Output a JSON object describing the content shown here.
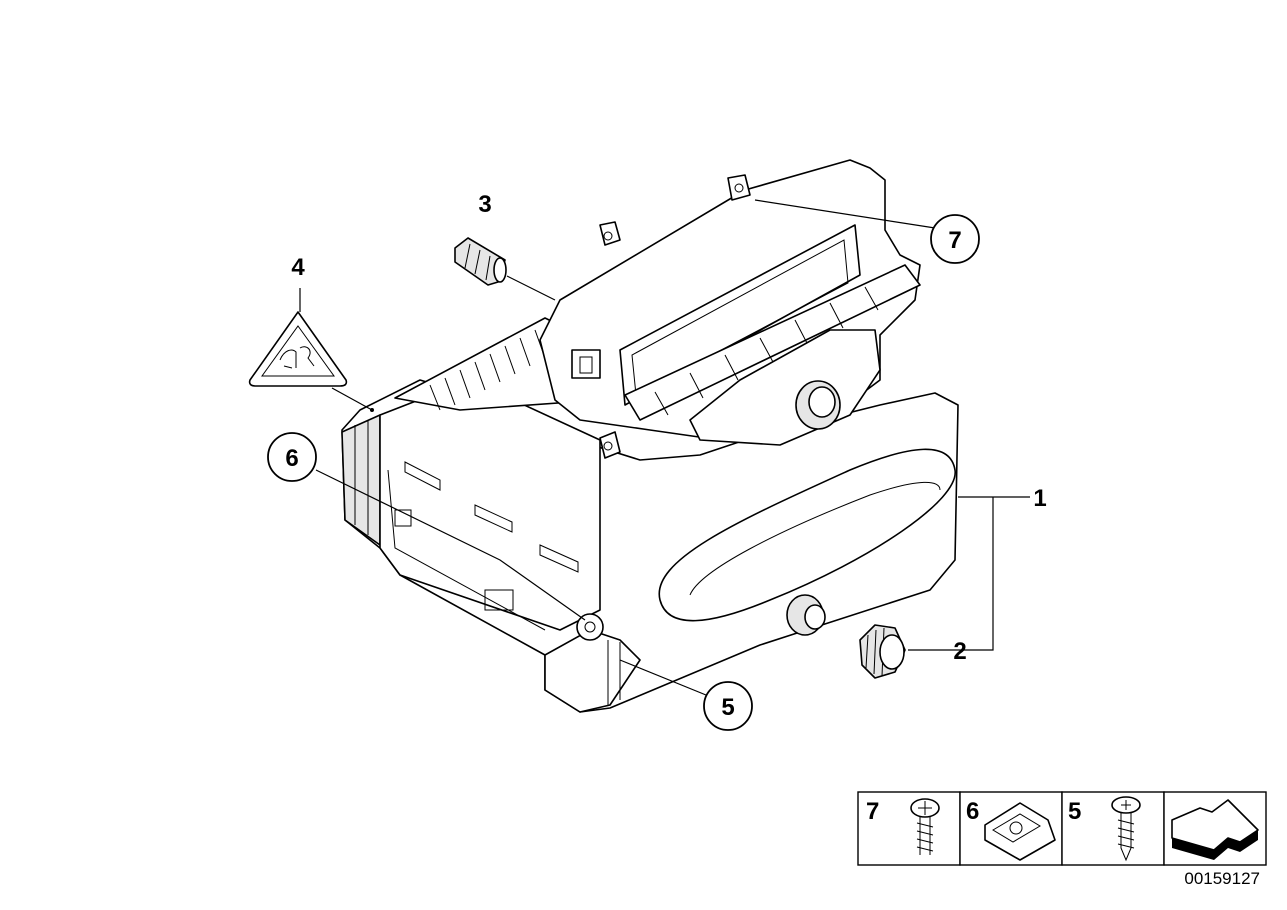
{
  "diagram": {
    "callouts": [
      {
        "id": "1",
        "label": "1"
      },
      {
        "id": "2",
        "label": "2"
      },
      {
        "id": "3",
        "label": "3"
      },
      {
        "id": "4",
        "label": "4"
      },
      {
        "id": "5",
        "label": "5"
      },
      {
        "id": "6",
        "label": "6"
      },
      {
        "id": "7",
        "label": "7"
      }
    ],
    "legend": {
      "items": [
        {
          "label": "7",
          "icon": "screw-icon"
        },
        {
          "label": "6",
          "icon": "clip-nut-icon"
        },
        {
          "label": "5",
          "icon": "self-tapping-screw-icon"
        }
      ],
      "arrow_icon": "direction-arrow-icon"
    },
    "diagram_number": "00159127"
  }
}
